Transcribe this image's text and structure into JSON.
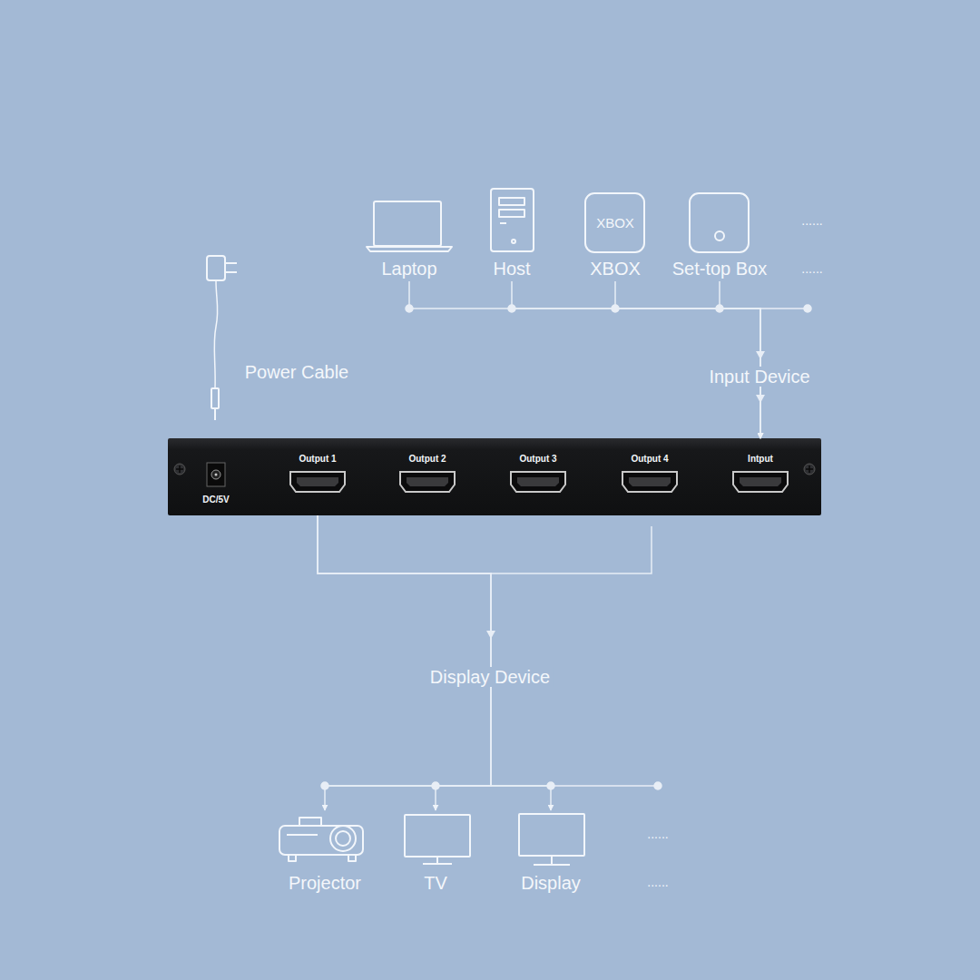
{
  "diagram": {
    "nodes": [
      {
        "text": [
          "Laptop"
        ]
      },
      {
        "text": [
          "Host"
        ]
      },
      {
        "text": [
          "XBOX",
          "XBOX"
        ]
      },
      {
        "text": [
          "Set-top Box"
        ]
      },
      {
        "text": [
          "Output 1",
          "Output 2",
          "Output 3",
          "Output 4",
          "Intput",
          "DC/5V"
        ]
      },
      {
        "text": [
          "Projector"
        ]
      },
      {
        "text": [
          "TV"
        ]
      },
      {
        "text": [
          "Display"
        ]
      }
    ],
    "edges": [
      {
        "from": 0,
        "to": 4,
        "arrow": "to"
      },
      {
        "from": 1,
        "to": 4,
        "arrow": "to"
      },
      {
        "from": 2,
        "to": 4,
        "arrow": "to"
      },
      {
        "from": 3,
        "to": 4,
        "arrow": "to"
      },
      {
        "from": 4,
        "to": 5,
        "arrow": "to"
      },
      {
        "from": 4,
        "to": 6,
        "arrow": "to"
      },
      {
        "from": 4,
        "to": 7,
        "arrow": "to"
      }
    ],
    "labels": [
      "......",
      "......",
      "Power Cable",
      "Input Device",
      "Display Device",
      "......",
      "......"
    ]
  }
}
